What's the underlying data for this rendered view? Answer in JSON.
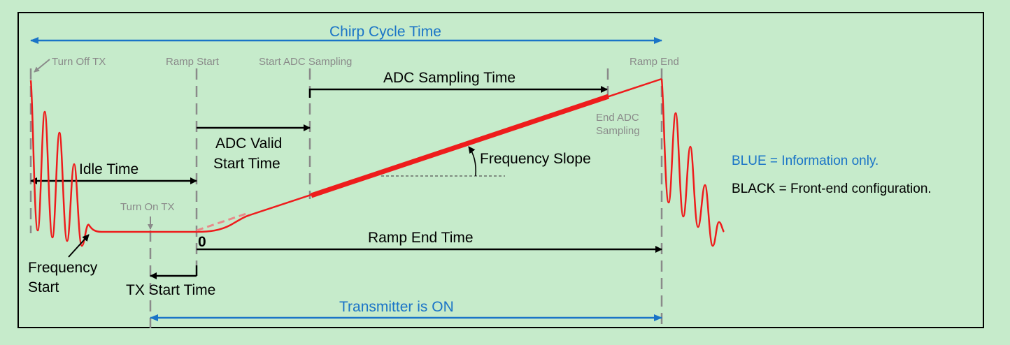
{
  "colors": {
    "background": "#c6ebcb",
    "border": "#000000",
    "info_blue": "#1a74c7",
    "config_black": "#000000",
    "markers_gray": "#8a8a8a",
    "chirp_red": "#ee1c1c",
    "transition_pink": "#e88a8a"
  },
  "labels": {
    "chirp_cycle_time": "Chirp Cycle Time",
    "turn_off_tx": "Turn Off TX",
    "ramp_start": "Ramp Start",
    "start_adc_sampling": "Start ADC Sampling",
    "ramp_end": "Ramp End",
    "adc_sampling_time": "ADC Sampling Time",
    "end_adc_line1": "End ADC",
    "end_adc_line2": "Sampling",
    "adc_valid_line1": "ADC Valid",
    "adc_valid_line2": "Start Time",
    "idle_time": "Idle Time",
    "frequency_slope": "Frequency Slope",
    "turn_on_tx": "Turn On TX",
    "zero": "0",
    "ramp_end_time": "Ramp End Time",
    "frequency_start_line1": "Frequency",
    "frequency_start_line2": "Start",
    "tx_start_time": "TX Start Time",
    "transmitter_on": "Transmitter is ON"
  },
  "legend": {
    "blue": "BLUE = Information only.",
    "black": "BLACK = Front-end configuration."
  }
}
